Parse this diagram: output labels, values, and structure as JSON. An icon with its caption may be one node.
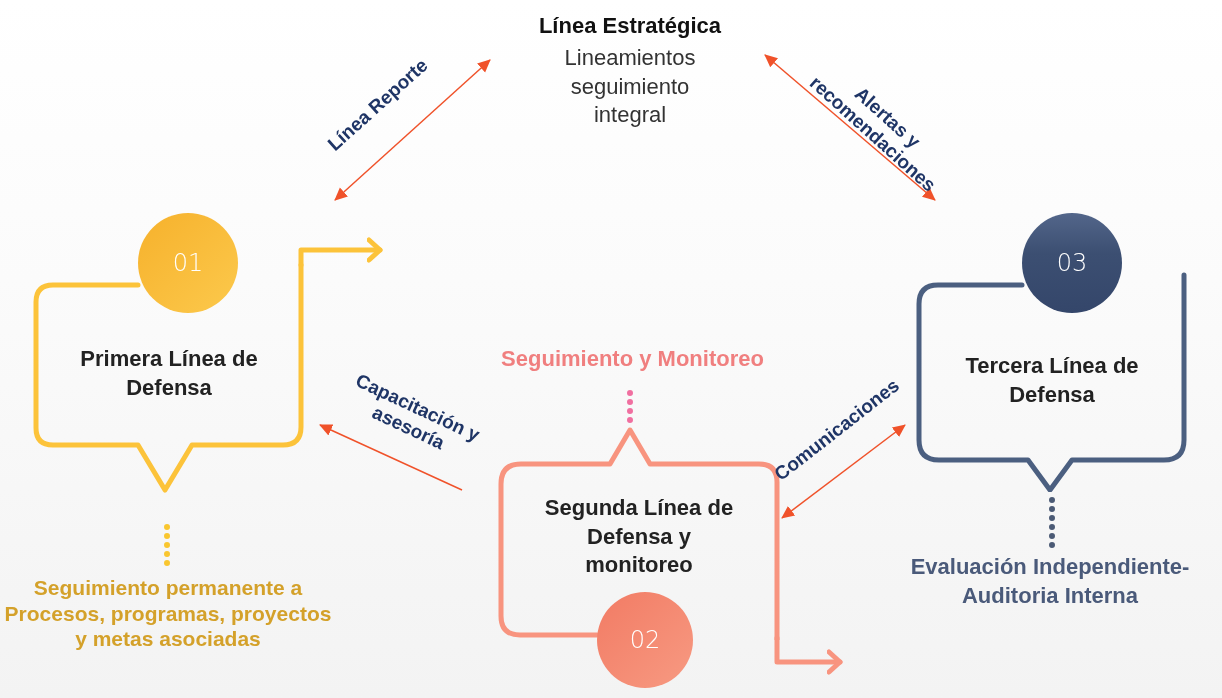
{
  "diagram": {
    "nodes": [
      {
        "text": [
          "Línea Estratégica",
          "Lineamientos seguimiento integral"
        ]
      },
      {
        "text": [
          "Primera Línea de Defensa"
        ]
      },
      {
        "text": [
          "01"
        ]
      },
      {
        "text": [
          "Seguimiento permanente  a Procesos, programas, proyectos y metas asociadas"
        ]
      },
      {
        "text": [
          "Seguimiento y Monitoreo"
        ]
      },
      {
        "text": [
          "Segunda Línea de Defensa y monitoreo"
        ]
      },
      {
        "text": [
          "02"
        ]
      },
      {
        "text": [
          "Tercera Línea de Defensa"
        ]
      },
      {
        "text": [
          "03"
        ]
      },
      {
        "text": [
          "Evaluación Independiente- Auditoria Interna"
        ]
      }
    ],
    "edges": [
      {
        "from": 1,
        "to": 0,
        "arrow": "both",
        "label": "Línea Reporte"
      },
      {
        "from": 0,
        "to": 7,
        "arrow": "both",
        "label": "Alertas y recomendaciones"
      },
      {
        "from": 5,
        "to": 1,
        "arrow": "to",
        "label": "Capacitación y asesoría"
      },
      {
        "from": 5,
        "to": 7,
        "arrow": "both",
        "label": "Comunicaciones"
      },
      {
        "from": 1,
        "to": 3,
        "arrow": "none",
        "style": "dashed",
        "color": "#f9c62f"
      },
      {
        "from": 5,
        "to": 4,
        "arrow": "none",
        "style": "dashed",
        "color": "#f06fa0"
      },
      {
        "from": 7,
        "to": 9,
        "arrow": "none",
        "style": "dashed",
        "color": "#4b5a75"
      },
      {
        "from": 1,
        "to": null,
        "arrow": "to",
        "color": "#fcc33a"
      },
      {
        "from": 5,
        "to": null,
        "arrow": "to",
        "color": "#f8947f"
      }
    ]
  }
}
